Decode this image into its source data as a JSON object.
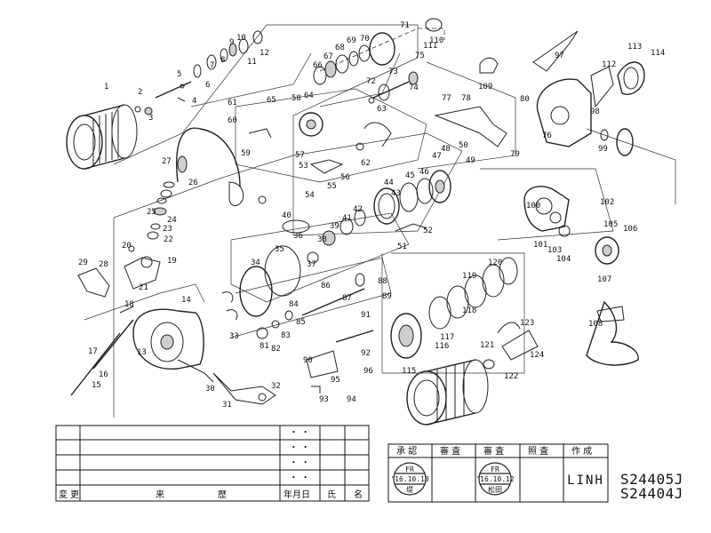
{
  "part_numbers": [
    "1",
    "2",
    "3",
    "4",
    "5",
    "6",
    "7",
    "8",
    "9",
    "10",
    "11",
    "12",
    "13",
    "14",
    "15",
    "16",
    "17",
    "18",
    "19",
    "20",
    "21",
    "22",
    "23",
    "24",
    "25",
    "26",
    "27",
    "28",
    "29",
    "30",
    "31",
    "32",
    "33",
    "34",
    "35",
    "36",
    "37",
    "38",
    "39",
    "40",
    "41",
    "42",
    "43",
    "44",
    "45",
    "46",
    "47",
    "48",
    "49",
    "50",
    "51",
    "52",
    "53",
    "54",
    "55",
    "56",
    "57",
    "58",
    "59",
    "60",
    "61",
    "62",
    "63",
    "64",
    "65",
    "66",
    "67",
    "68",
    "69",
    "70",
    "71",
    "72",
    "73",
    "74",
    "75",
    "76",
    "77",
    "78",
    "79",
    "80",
    "81",
    "82",
    "83",
    "84",
    "85",
    "86",
    "87",
    "88",
    "89",
    "90",
    "91",
    "92",
    "93",
    "94",
    "95",
    "96",
    "97",
    "98",
    "99",
    "100",
    "101",
    "102",
    "103",
    "104",
    "105",
    "106",
    "107",
    "108",
    "109",
    "110",
    "111",
    "112",
    "113",
    "114",
    "115",
    "116",
    "117",
    "118",
    "119",
    "120",
    "121",
    "122",
    "123",
    "124"
  ],
  "revision_table": {
    "headers": [
      "変 更",
      "来",
      "歴",
      "年月日",
      "氏",
      "名"
    ],
    "date_placeholder": "・ ・"
  },
  "approval_table": {
    "headers": [
      "承 認",
      "審 査",
      "審 査",
      "照 査",
      "作 成"
    ],
    "stamp1": {
      "line1": "FR",
      "line2": "'16.10.13",
      "line3": "堤"
    },
    "stamp2": {
      "line1": "FR",
      "line2": "'16.10.12",
      "line3": "松田"
    },
    "author": "LINH"
  },
  "drawing_codes": [
    "S24405J",
    "S24404J"
  ]
}
